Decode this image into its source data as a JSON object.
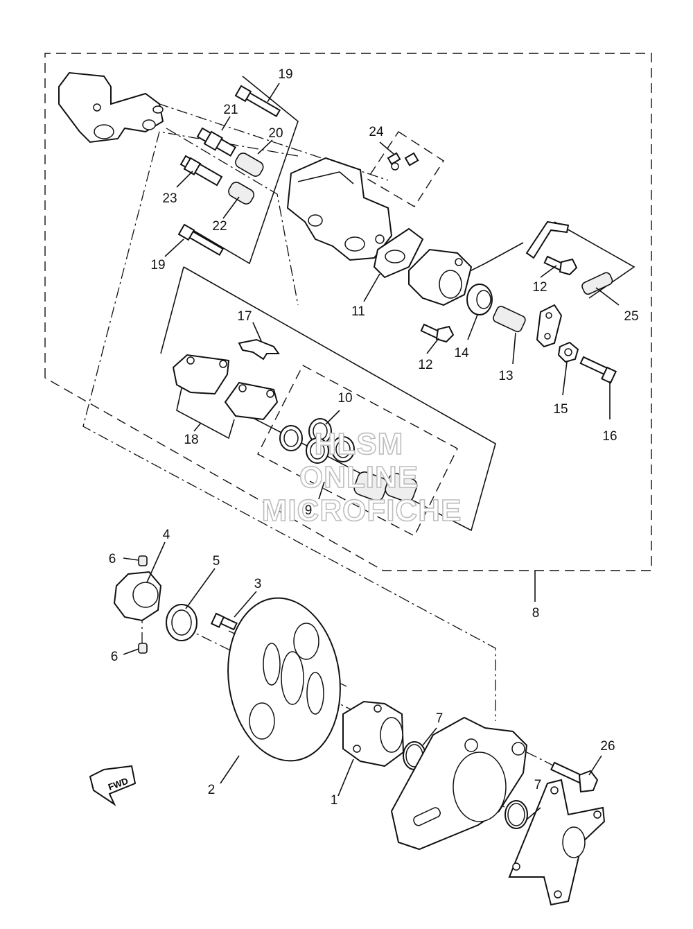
{
  "watermark": [
    "HLSM",
    "ONLINE",
    "MICROFICHE"
  ],
  "fwd_label": "FWD",
  "callouts": {
    "c1": "1",
    "c2": "2",
    "c3": "3",
    "c4": "4",
    "c5": "5",
    "c6a": "6",
    "c6b": "6",
    "c7a": "7",
    "c7b": "7",
    "c8": "8",
    "c9": "9",
    "c10": "10",
    "c11": "11",
    "c12a": "12",
    "c12b": "12",
    "c13": "13",
    "c14": "14",
    "c15": "15",
    "c16": "16",
    "c17": "17",
    "c18": "18",
    "c19a": "19",
    "c19b": "19",
    "c20": "20",
    "c21": "21",
    "c22": "22",
    "c23": "23",
    "c24": "24",
    "c25": "25",
    "c26": "26"
  }
}
